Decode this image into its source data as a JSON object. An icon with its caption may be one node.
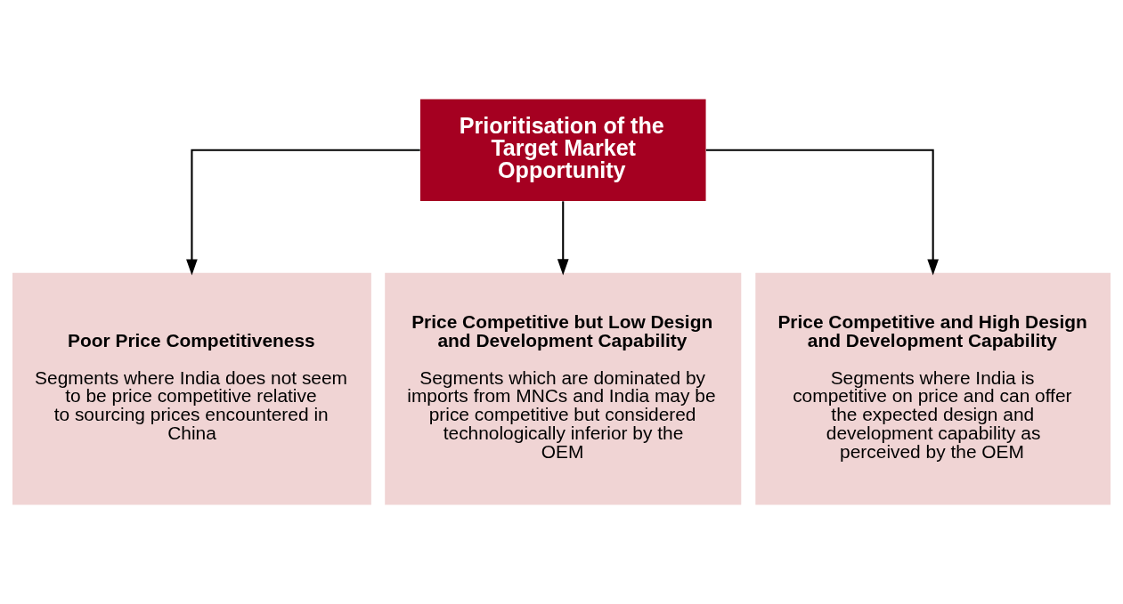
{
  "diagram": {
    "nodes": [
      {
        "text": [
          "Prioritisation of the Target Market Opportunity"
        ]
      },
      {
        "text": [
          "Poor Price Competitiveness",
          "Segments where India does not seem to be price competitive relative to sourcing prices encountered in China"
        ]
      },
      {
        "text": [
          "Price Competitive but Low Design and Development Capability",
          "Segments which are dominated by imports from MNCs and India may be price competitive but considered technologically inferior by the OEM"
        ]
      },
      {
        "text": [
          "Price Competitive and High Design and Development Capability",
          "Segments where India is competitive on price and can offer the expected design and development capability as perceived by the OEM"
        ]
      }
    ],
    "edges": [
      {
        "from": 0,
        "to": 1,
        "arrow": "to"
      },
      {
        "from": 0,
        "to": 2,
        "arrow": "to"
      },
      {
        "from": 0,
        "to": 3,
        "arrow": "to"
      }
    ]
  }
}
